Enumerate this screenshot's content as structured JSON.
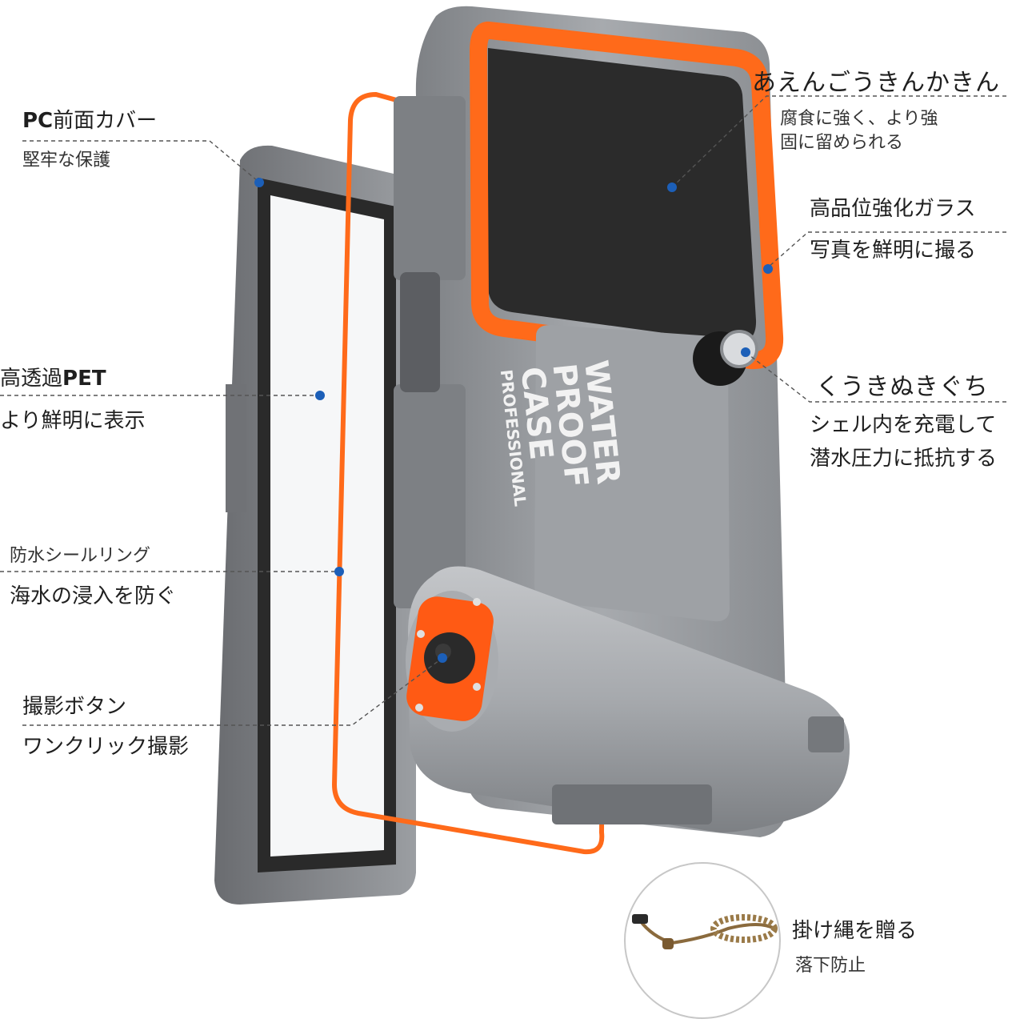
{
  "callouts": {
    "pc_cover": {
      "title_bold": "PC",
      "title_rest": "前面カバー",
      "subtitle": "堅牢な保護"
    },
    "alloy": {
      "title": "あえんごうきんかきん",
      "line1": "腐食に強く、より強",
      "line2": "固に留められる"
    },
    "glass": {
      "title": "高品位強化ガラス",
      "subtitle": "写真を鮮明に撮る"
    },
    "pet": {
      "title_rest": "高透過",
      "title_bold": "PET",
      "subtitle": "より鮮明に表示"
    },
    "valve": {
      "title": "くうきぬきぐち",
      "line1": "シェル内を充電して",
      "line2": "潜水圧力に抵抗する"
    },
    "seal": {
      "title": "防水シールリング",
      "subtitle": "海水の浸入を防ぐ"
    },
    "shutter": {
      "title": "撮影ボタン",
      "subtitle": "ワンクリック撮影"
    },
    "lanyard": {
      "title": "掛け縄を贈る",
      "subtitle": "落下防止"
    }
  },
  "case_print": {
    "line1": "WATER",
    "line2": "PROOF",
    "line3": "CASE",
    "line4": "PROFESSIONAL"
  },
  "colors": {
    "accent": "#ff6a1a",
    "case_gray": "#8f9296",
    "frame_dark": "#2b2b2b",
    "dot_blue": "#1c5fb8"
  }
}
